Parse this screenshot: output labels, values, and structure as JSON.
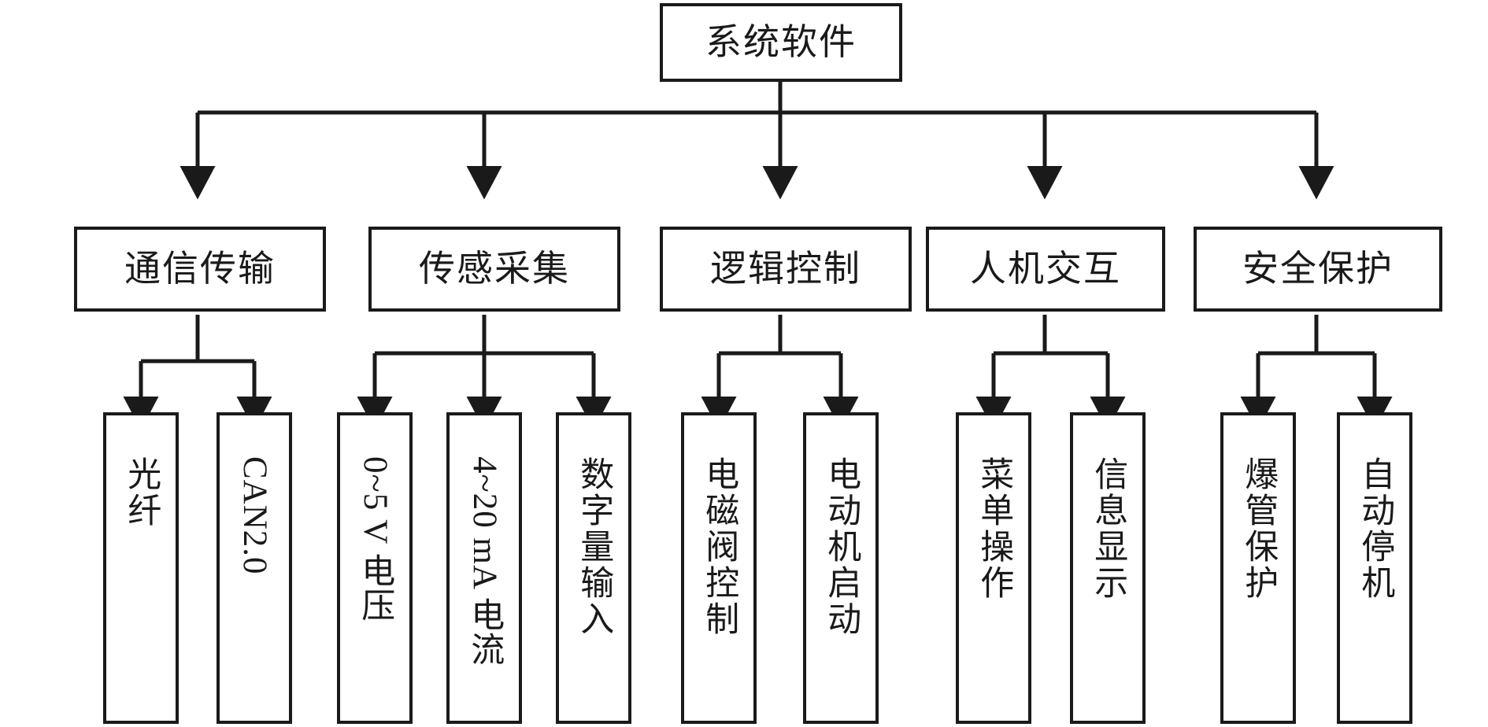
{
  "diagram": {
    "title": "系统软件",
    "type": "hierarchy-tree",
    "root": {
      "label": "系统软件",
      "name": "system-software"
    },
    "branches": [
      {
        "name": "communication-transmission",
        "label": "通信传输",
        "leaves": [
          {
            "name": "optical-fiber",
            "label": "光纤",
            "orientation": "upright"
          },
          {
            "name": "can-2-0",
            "label": "CAN2.0",
            "orientation": "rotated"
          }
        ]
      },
      {
        "name": "sensor-acquisition",
        "label": "传感采集",
        "leaves": [
          {
            "name": "voltage-0-5v",
            "label": "0~5 V 电压",
            "orientation": "rotated"
          },
          {
            "name": "current-4-20ma",
            "label": "4~20 mA 电流",
            "orientation": "rotated"
          },
          {
            "name": "digital-input",
            "label": "数字量输入",
            "orientation": "upright"
          }
        ]
      },
      {
        "name": "logic-control",
        "label": "逻辑控制",
        "leaves": [
          {
            "name": "solenoid-valve-control",
            "label": "电磁阀控制",
            "orientation": "upright"
          },
          {
            "name": "motor-start",
            "label": "电动机启动",
            "orientation": "upright"
          }
        ]
      },
      {
        "name": "human-machine-interaction",
        "label": "人机交互",
        "leaves": [
          {
            "name": "menu-operation",
            "label": "菜单操作",
            "orientation": "upright"
          },
          {
            "name": "information-display",
            "label": "信息显示",
            "orientation": "upright"
          }
        ]
      },
      {
        "name": "safety-protection",
        "label": "安全保护",
        "leaves": [
          {
            "name": "pipe-burst-protection",
            "label": "爆管保护",
            "orientation": "upright"
          },
          {
            "name": "automatic-shutdown",
            "label": "自动停机",
            "orientation": "upright"
          }
        ]
      }
    ],
    "colors": {
      "line": "#1a1a1a",
      "background": "#ffffff",
      "text": "#1a1a1a"
    }
  }
}
